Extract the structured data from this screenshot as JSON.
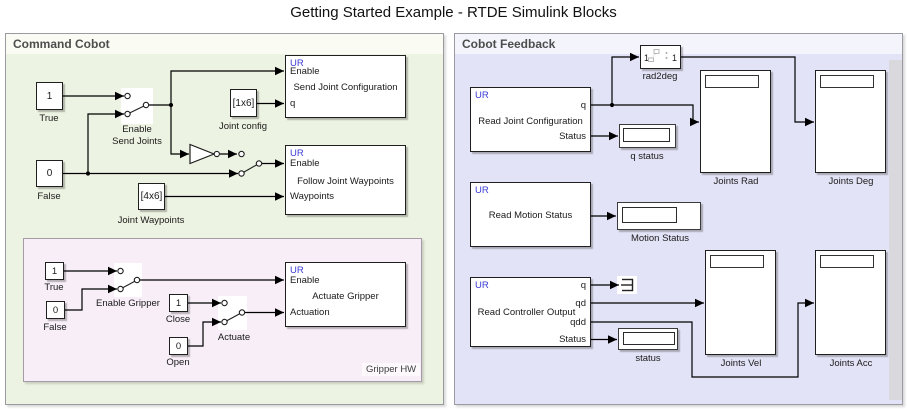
{
  "title": "Getting Started Example - RTDE Simulink Blocks",
  "areas": {
    "command_cobot": "Command Cobot",
    "cobot_feedback": "Cobot Feedback",
    "gripper_hw": "Gripper HW"
  },
  "command": {
    "true_const": {
      "value": "1",
      "label": "True"
    },
    "false_const": {
      "value": "0",
      "label": "False"
    },
    "enable_send_switch": {
      "label_line1": "Enable",
      "label_line2": "Send Joints"
    },
    "joint_config": {
      "value": "[1x6]",
      "label": "Joint config"
    },
    "joint_waypoints": {
      "value": "[4x6]",
      "label": "Joint Waypoints"
    },
    "send_joint_configuration": {
      "logo": "UR",
      "title": "Send Joint Configuration",
      "port_enable": "Enable",
      "port_q": "q"
    },
    "follow_joint_waypoints": {
      "logo": "UR",
      "title": "Follow Joint Waypoints",
      "port_enable": "Enable",
      "port_waypoints": "Waypoints"
    }
  },
  "gripper": {
    "true_const": {
      "value": "1",
      "label": "True"
    },
    "false_const": {
      "value": "0",
      "label": "False"
    },
    "enable_gripper_switch": {
      "label": "Enable Gripper"
    },
    "close_const": {
      "value": "1",
      "label": "Close"
    },
    "open_const": {
      "value": "0",
      "label": "Open"
    },
    "actuate_switch": {
      "label": "Actuate"
    },
    "actuate_gripper": {
      "logo": "UR",
      "title": "Actuate Gripper",
      "port_enable": "Enable",
      "port_actuation": "Actuation"
    }
  },
  "feedback": {
    "read_joint_configuration": {
      "logo": "UR",
      "title": "Read Joint Configuration",
      "port_q": "q",
      "port_status": "Status"
    },
    "rad2deg": {
      "in_port": "1",
      "out_port": "1",
      "label": "rad2deg"
    },
    "q_status_display": {
      "label": "q status"
    },
    "joints_rad": {
      "label": "Joints Rad"
    },
    "joints_deg": {
      "label": "Joints Deg"
    },
    "read_motion_status": {
      "logo": "UR",
      "title": "Read Motion Status"
    },
    "motion_status_display": {
      "label": "Motion Status"
    },
    "read_controller_output": {
      "logo": "UR",
      "title": "Read Controller Output",
      "port_q": "q",
      "port_qd": "qd",
      "port_qdd": "qdd",
      "port_status": "Status"
    },
    "status_display": {
      "label": "status"
    },
    "joints_vel": {
      "label": "Joints Vel"
    },
    "joints_acc": {
      "label": "Joints Acc"
    }
  },
  "colors": {
    "command_area_body": "#edf3e2",
    "command_area_header": "#fafcf3",
    "feedback_area_body": "#e3e3f7",
    "feedback_area_header": "#f4f4fc",
    "gripper_area_body": "#f7eef7",
    "area_title_text": "#4d4d4d",
    "ur_logo_text": "#3a3ad6",
    "wire": "#000000"
  }
}
